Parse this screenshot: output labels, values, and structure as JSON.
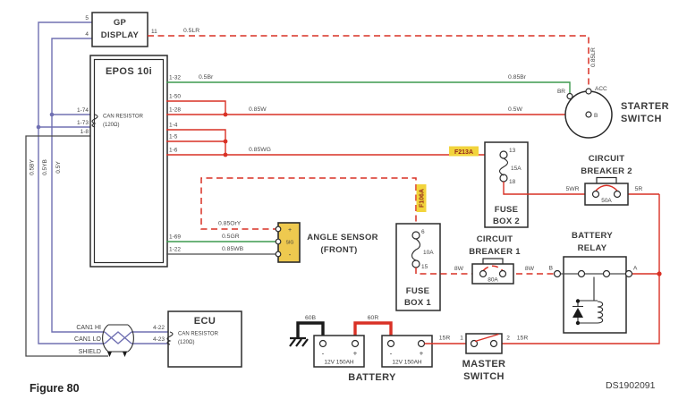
{
  "colors": {
    "wire_red": "#d93025",
    "wire_green": "#3d9a4e",
    "wire_purple": "#7070b2",
    "wire_black": "#1a1a1a",
    "highlight_yellow": "#f2d43c",
    "sensor_fill": "#eec94f",
    "fuse_id_text": "#93281c"
  },
  "gp_display": {
    "line1": "GP",
    "line2": "DISPLAY",
    "pin5": "5",
    "pin4": "4",
    "pin11": "11"
  },
  "epos": {
    "title": "EPOS 10i",
    "res1": "CAN RESISTOR",
    "res2": "(120Ω)",
    "pins": {
      "p1_32": "1-32",
      "p1_50": "1-50",
      "p1_28": "1-28",
      "p1_74": "1-74",
      "p1_73": "1-73",
      "p1_8": "1-8",
      "p1_4": "1-4",
      "p1_5": "1-5",
      "p1_6": "1-6",
      "p1_69": "1-69",
      "p1_22": "1-22"
    }
  },
  "ecu": {
    "title": "ECU",
    "res1": "CAN RESISTOR",
    "res2": "(120Ω)",
    "p4_22": "4-22",
    "p4_23": "4-23"
  },
  "bus": {
    "can1_hi": "CAN1 HI",
    "can1_lo": "CAN1 LO",
    "shield": "SHIELD",
    "g_by": "0.5BY",
    "g_yb": "0.5YB",
    "g_y": "0.5Y"
  },
  "wires": {
    "lr05": "0.5LR",
    "lr085": "0.85LR",
    "br05": "0.5Br",
    "br085": "0.85Br",
    "w085": "0.85W",
    "w05": "0.5W",
    "wg085": "0.85WG",
    "ory085": "0.85OrY",
    "gr05": "0.5GR",
    "wb085": "0.85WB",
    "wr5": "5WR",
    "r5": "5R",
    "w8a": "8W",
    "w8b": "8W",
    "b60": "60B",
    "r60": "60R",
    "r15a": "15R",
    "r15b": "15R"
  },
  "fuse_ids": {
    "f213a": "F213A",
    "f106a": "F106A"
  },
  "starter_switch": {
    "line1": "STARTER",
    "line2": "SWITCH",
    "acc": "ACC",
    "br": "BR",
    "b": "B"
  },
  "fuse_box_2": {
    "line1": "FUSE",
    "line2": "BOX 2",
    "pin_top": "13",
    "rating": "15A",
    "pin_bottom": "18"
  },
  "fuse_box_1": {
    "line1": "FUSE",
    "line2": "BOX 1",
    "pin_top": "6",
    "rating": "10A",
    "pin_bottom": "15"
  },
  "circuit_breaker_2": {
    "line1": "CIRCUIT",
    "line2": "BREAKER 2",
    "rating": "50A"
  },
  "circuit_breaker_1": {
    "line1": "CIRCUIT",
    "line2": "BREAKER 1",
    "rating": "80A"
  },
  "battery_relay": {
    "line1": "BATTERY",
    "line2": "RELAY",
    "b": "B",
    "a": "A"
  },
  "master_switch": {
    "line1": "MASTER",
    "line2": "SWITCH",
    "t1": "1",
    "t2": "2"
  },
  "battery": {
    "label": "BATTERY",
    "cap1": "12V 150AH",
    "cap2": "12V 150AH",
    "minus1": "-",
    "plus1": "+",
    "minus2": "-",
    "plus2": "+"
  },
  "angle_sensor": {
    "line1": "ANGLE SENSOR",
    "line2": "(FRONT)",
    "plus": "+",
    "sig": "SIG",
    "minus": "-"
  },
  "footer": {
    "figure": "Figure 80",
    "doc_id": "DS1902091"
  }
}
